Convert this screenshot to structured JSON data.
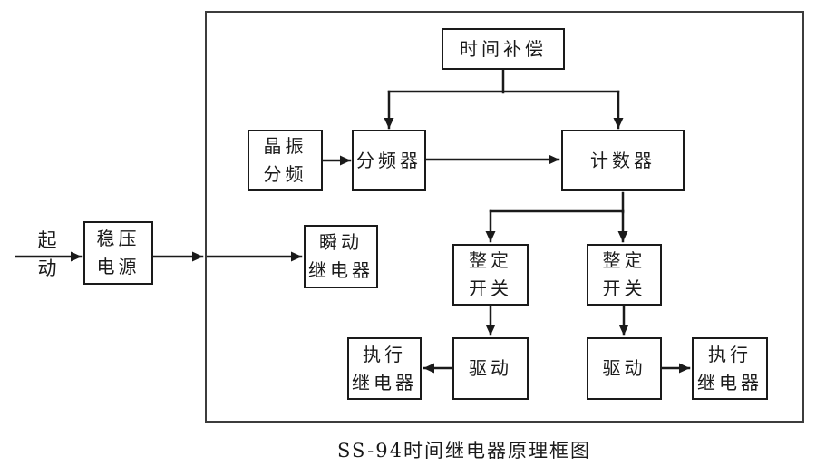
{
  "diagram": {
    "caption": "SS-94时间继电器原理框图",
    "start_label": [
      "起",
      "动"
    ],
    "boxes": {
      "time_compensation": {
        "label": "时间补偿"
      },
      "crystal_divider": {
        "lines": [
          "晶振",
          "分频"
        ]
      },
      "frequency_divider": {
        "label": "分频器"
      },
      "counter": {
        "label": "计数器"
      },
      "regulated_power": {
        "lines": [
          "稳压",
          "电源"
        ]
      },
      "instant_relay": {
        "lines": [
          "瞬动",
          "继电器"
        ]
      },
      "setting_switch_left": {
        "lines": [
          "整定",
          "开关"
        ]
      },
      "setting_switch_right": {
        "lines": [
          "整定",
          "开关"
        ]
      },
      "drive_left": {
        "label": "驱动"
      },
      "drive_right": {
        "label": "驱动"
      },
      "exec_relay_left": {
        "lines": [
          "执行",
          "继电器"
        ]
      },
      "exec_relay_right": {
        "lines": [
          "执行",
          "继电器"
        ]
      }
    },
    "colors": {
      "line": "#1a1a1a",
      "frame_border": "#3c3c3c",
      "text": "#1a1a1a",
      "background": "#ffffff"
    }
  }
}
